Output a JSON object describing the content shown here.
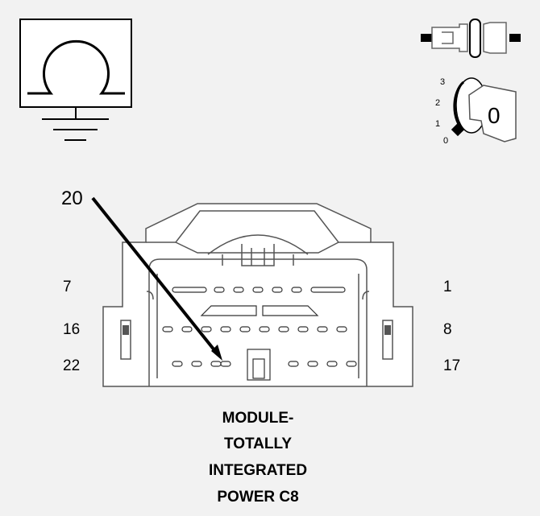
{
  "connector": {
    "title_lines": [
      "MODULE-",
      "TOTALLY",
      "INTEGRATED",
      "POWER C8"
    ],
    "pin_callout": "20",
    "pins_left": [
      "7",
      "16",
      "22"
    ],
    "pins_right": [
      "1",
      "8",
      "17"
    ]
  },
  "ignition_switch": {
    "positions": [
      "3",
      "2",
      "1",
      "0"
    ],
    "key_label": "0"
  },
  "symbols": {
    "ohmmeter": "ohm-ground-icon",
    "disconnect": "connector-disconnect-icon",
    "ignition": "ignition-key-icon"
  }
}
